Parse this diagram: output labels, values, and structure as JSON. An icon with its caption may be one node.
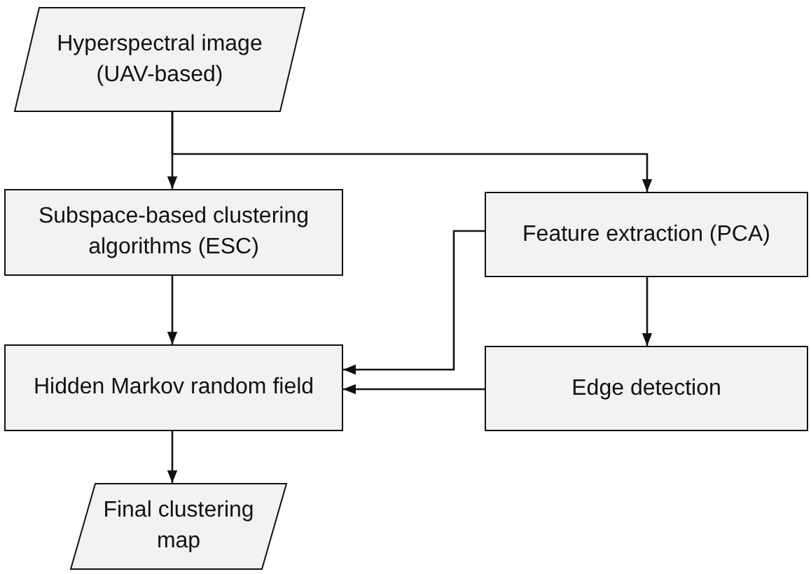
{
  "diagram": {
    "nodes": [
      {
        "text": [
          "Hyperspectral image (UAV-based)"
        ]
      },
      {
        "text": [
          "Subspace-based clustering algorithms (ESC)"
        ]
      },
      {
        "text": [
          "Feature extraction (PCA)"
        ]
      },
      {
        "text": [
          "Hidden Markov random field"
        ]
      },
      {
        "text": [
          "Edge detection"
        ]
      },
      {
        "text": [
          "Final clustering map"
        ]
      }
    ],
    "edges": [
      {
        "from": 0,
        "to": 1,
        "arrow": "to"
      },
      {
        "from": 0,
        "to": 2,
        "arrow": "to"
      },
      {
        "from": 1,
        "to": 3,
        "arrow": "to"
      },
      {
        "from": 2,
        "to": 4,
        "arrow": "to"
      },
      {
        "from": 2,
        "to": 3,
        "arrow": "to"
      },
      {
        "from": 4,
        "to": 3,
        "arrow": "to"
      },
      {
        "from": 3,
        "to": 5,
        "arrow": "to"
      }
    ]
  }
}
